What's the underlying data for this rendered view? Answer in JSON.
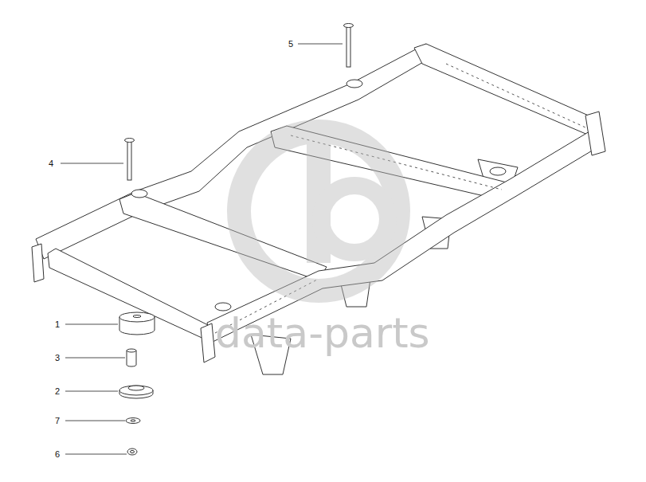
{
  "diagram": {
    "labels": [
      "5",
      "4",
      "1",
      "3",
      "2",
      "7",
      "6",
      "data-parts"
    ]
  }
}
